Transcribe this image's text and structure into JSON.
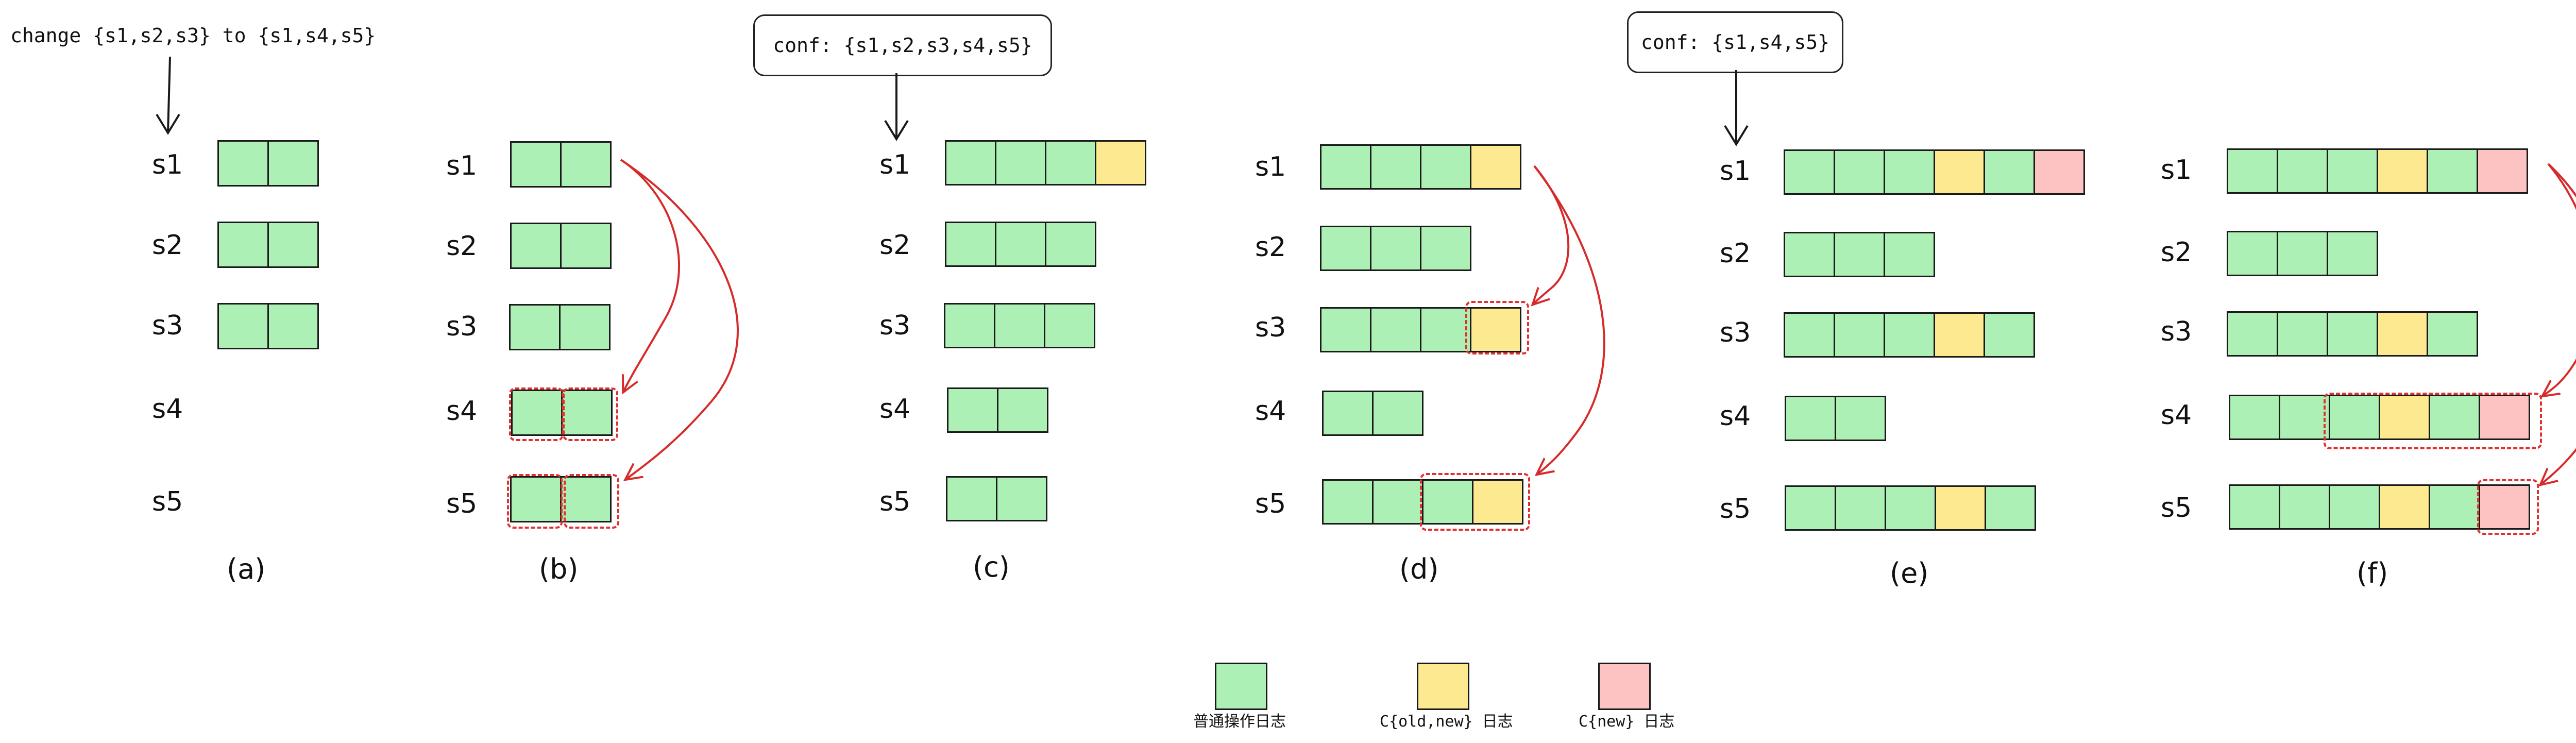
{
  "top_note": "change {s1,s2,s3} to {s1,s4,s5}",
  "conf_c": "conf: {s1,s2,s3,s4,s5}",
  "conf_e": "conf: {s1,s4,s5}",
  "row_labels": [
    "s1",
    "s2",
    "s3",
    "s4",
    "s5"
  ],
  "captions": [
    "(a)",
    "(b)",
    "(c)",
    "(d)",
    "(e)",
    "(f)"
  ],
  "legend": {
    "normal": "普通操作日志",
    "old_new": "C{old,new} 日志",
    "new": "C{new} 日志"
  },
  "colors": {
    "normal": "#adf0b5",
    "old_new": "#fde98f",
    "new": "#fdc3c3",
    "arrow": "#d62b2b",
    "dash": "#e03030"
  },
  "panels": [
    {
      "caption": "(a)",
      "rows": [
        [
          "N",
          "N"
        ],
        [
          "N",
          "N"
        ],
        [
          "N",
          "N"
        ],
        [],
        []
      ]
    },
    {
      "caption": "(b)",
      "rows": [
        [
          "N",
          "N"
        ],
        [
          "N",
          "N"
        ],
        [
          "N",
          "N"
        ],
        [
          "N",
          "N"
        ],
        [
          "N",
          "N"
        ]
      ]
    },
    {
      "caption": "(c)",
      "rows": [
        [
          "N",
          "N",
          "N",
          "Y"
        ],
        [
          "N",
          "N",
          "N"
        ],
        [
          "N",
          "N",
          "N"
        ],
        [
          "N",
          "N"
        ],
        [
          "N",
          "N"
        ]
      ]
    },
    {
      "caption": "(d)",
      "rows": [
        [
          "N",
          "N",
          "N",
          "Y"
        ],
        [
          "N",
          "N",
          "N"
        ],
        [
          "N",
          "N",
          "N",
          "Y"
        ],
        [
          "N",
          "N"
        ],
        [
          "N",
          "N",
          "N",
          "Y"
        ]
      ]
    },
    {
      "caption": "(e)",
      "rows": [
        [
          "N",
          "N",
          "N",
          "Y",
          "N",
          "R"
        ],
        [
          "N",
          "N",
          "N"
        ],
        [
          "N",
          "N",
          "N",
          "Y",
          "N"
        ],
        [
          "N",
          "N"
        ],
        [
          "N",
          "N",
          "N",
          "Y",
          "N"
        ]
      ]
    },
    {
      "caption": "(f)",
      "rows": [
        [
          "N",
          "N",
          "N",
          "Y",
          "N",
          "R"
        ],
        [
          "N",
          "N",
          "N"
        ],
        [
          "N",
          "N",
          "N",
          "Y",
          "N"
        ],
        [
          "N",
          "N",
          "N",
          "Y",
          "N",
          "R"
        ],
        [
          "N",
          "N",
          "N",
          "Y",
          "N",
          "R"
        ]
      ]
    }
  ]
}
